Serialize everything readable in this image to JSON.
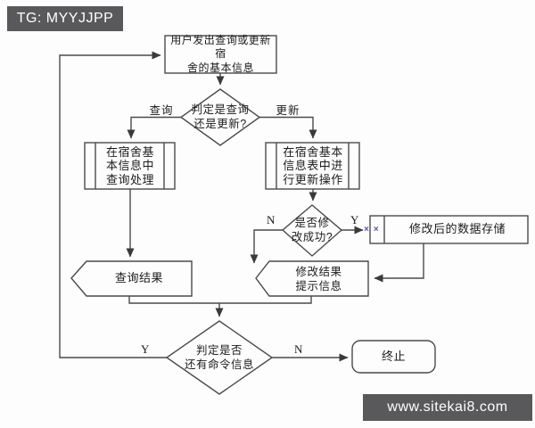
{
  "page": {
    "background": "#fdfdfd"
  },
  "watermarks": {
    "top_left": "TG: MYYJJPP",
    "bottom_right": "www.sitekai8.com",
    "bar_bg": "#59595c",
    "bar_text_color": "#ffffff"
  },
  "flowchart": {
    "line_color": "#4a4a4a",
    "text_color": "#1c1c1c",
    "node_fill": "#fdfdfd",
    "nodes": {
      "start": {
        "type": "process",
        "label": "用户发出查询或更新宿\n舍的基本信息"
      },
      "decide_query_update": {
        "type": "decision",
        "label": "判定是查询\n还是更新?"
      },
      "query_process": {
        "type": "predefined_process",
        "label": "在宿舍基\n本信息中\n查询处理"
      },
      "update_process": {
        "type": "predefined_process",
        "label": "在宿舍基本\n信息表中进\n行更新操作"
      },
      "decide_modify_success": {
        "type": "decision",
        "label": "是否修\n改成功?"
      },
      "data_storage": {
        "type": "process",
        "label": "修改后的数据存储",
        "broken_image_marks": "××",
        "marks_color": "#5353bb"
      },
      "modify_result": {
        "type": "display",
        "label": "修改结果\n提示信息"
      },
      "query_result": {
        "type": "display",
        "label": "查询结果"
      },
      "decide_more_commands": {
        "type": "decision",
        "label": "判定是否\n还有命令信息"
      },
      "terminate": {
        "type": "terminator",
        "label": "终止"
      }
    },
    "edge_labels": {
      "query_branch": "查询",
      "update_branch": "更新",
      "modify_no": "N",
      "modify_yes": "Y",
      "more_yes": "Y",
      "more_no": "N"
    }
  }
}
